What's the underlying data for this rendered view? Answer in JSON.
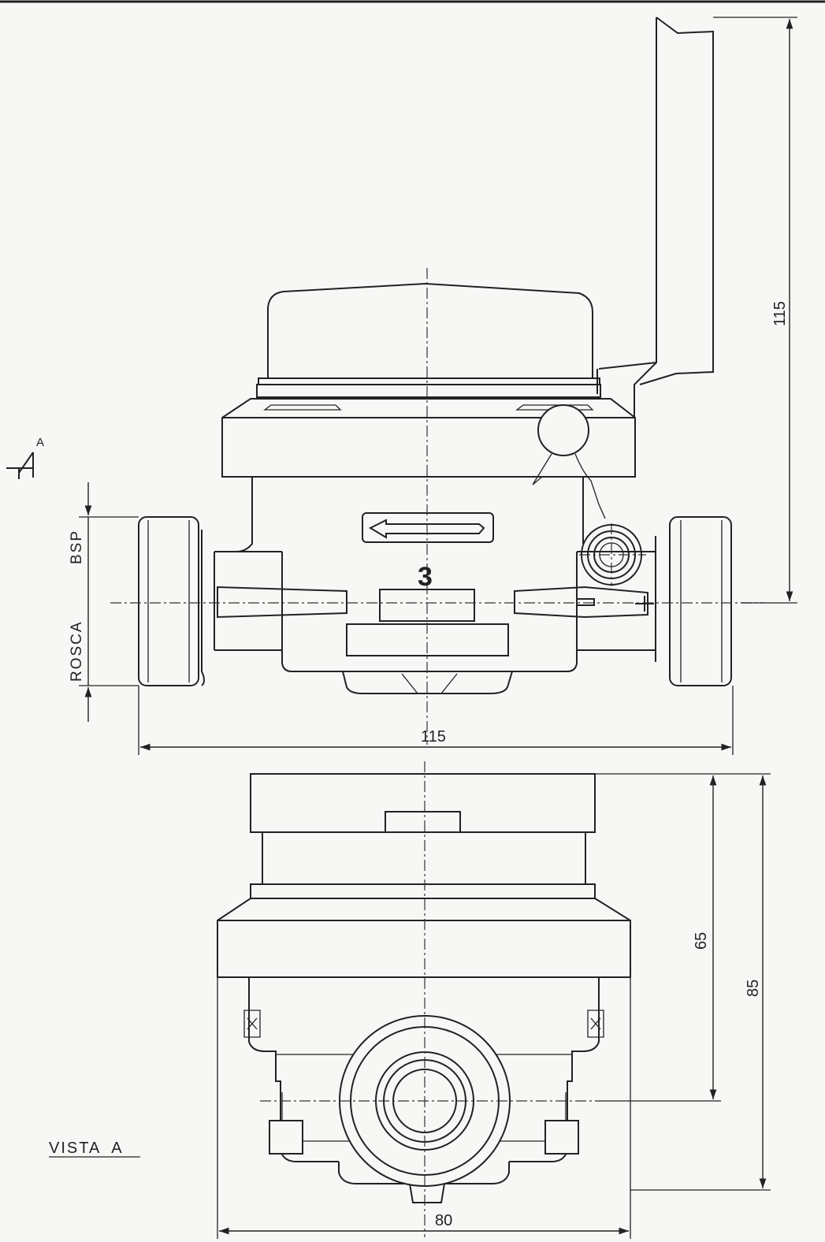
{
  "labels": {
    "dim_height_top": "115",
    "dim_width_top": "115",
    "dim_65": "65",
    "dim_85": "85",
    "dim_80": "80",
    "thread_label_1": "ROSCA",
    "thread_label_2": "BSP",
    "section_marker": "A",
    "flow_number": "3",
    "view_title": "VISTA  A"
  }
}
